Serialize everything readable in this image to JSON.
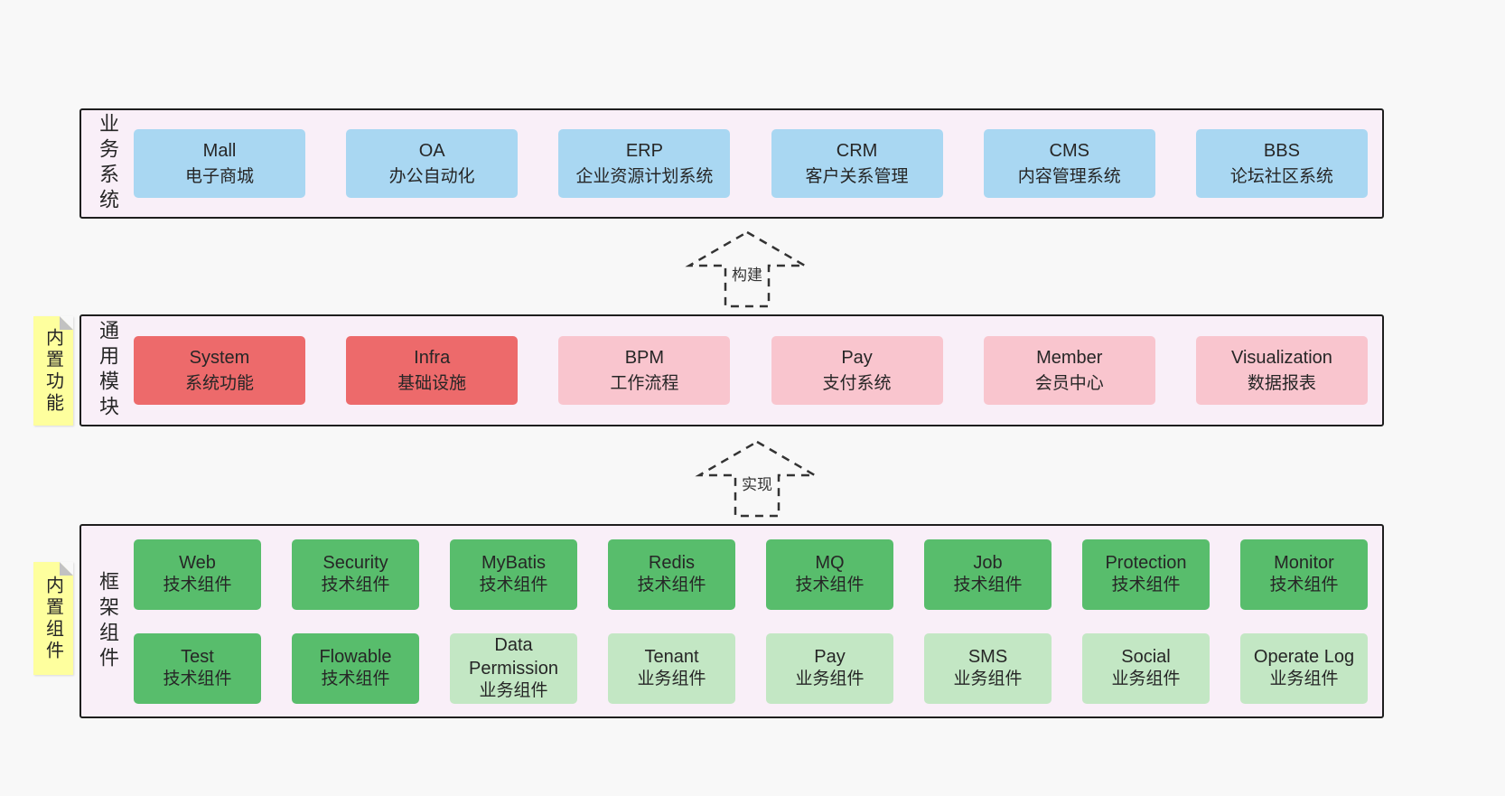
{
  "colors": {
    "page-bg": "#f8f8f8",
    "layer-bg": "#f9eff8",
    "layer-border": "#1e1e1e",
    "blue": "#a9d7f2",
    "red": "#ed6a6b",
    "pink": "#f9c5ce",
    "green": "#58bd6c",
    "lightgreen": "#c3e7c4",
    "note-yellow": "#feff9e",
    "note-fold": "#c2c2c2",
    "text": "#262626"
  },
  "layers": [
    {
      "side_label": "业务系统",
      "boxes": [
        {
          "title": "Mall",
          "subtitle": "电子商城"
        },
        {
          "title": "OA",
          "subtitle": "办公自动化"
        },
        {
          "title": "ERP",
          "subtitle": "企业资源计划系统"
        },
        {
          "title": "CRM",
          "subtitle": "客户关系管理"
        },
        {
          "title": "CMS",
          "subtitle": "内容管理系统"
        },
        {
          "title": "BBS",
          "subtitle": "论坛社区系统"
        }
      ]
    },
    {
      "side_label": "通用模块",
      "boxes": [
        {
          "title": "System",
          "subtitle": "系统功能"
        },
        {
          "title": "Infra",
          "subtitle": "基础设施"
        },
        {
          "title": "BPM",
          "subtitle": "工作流程"
        },
        {
          "title": "Pay",
          "subtitle": "支付系统"
        },
        {
          "title": "Member",
          "subtitle": "会员中心"
        },
        {
          "title": "Visualization",
          "subtitle": "数据报表"
        }
      ]
    },
    {
      "side_label": "框架组件",
      "boxes": [
        {
          "title": "Web",
          "subtitle": "技术组件"
        },
        {
          "title": "Security",
          "subtitle": "技术组件"
        },
        {
          "title": "MyBatis",
          "subtitle": "技术组件"
        },
        {
          "title": "Redis",
          "subtitle": "技术组件"
        },
        {
          "title": "MQ",
          "subtitle": "技术组件"
        },
        {
          "title": "Job",
          "subtitle": "技术组件"
        },
        {
          "title": "Protection",
          "subtitle": "技术组件"
        },
        {
          "title": "Monitor",
          "subtitle": "技术组件"
        },
        {
          "title": "Test",
          "subtitle": "技术组件"
        },
        {
          "title": "Flowable",
          "subtitle": "技术组件"
        },
        {
          "title": "Data Permission",
          "subtitle": "业务组件"
        },
        {
          "title": "Tenant",
          "subtitle": "业务组件"
        },
        {
          "title": "Pay",
          "subtitle": "业务组件"
        },
        {
          "title": "SMS",
          "subtitle": "业务组件"
        },
        {
          "title": "Social",
          "subtitle": "业务组件"
        },
        {
          "title": "Operate Log",
          "subtitle": "业务组件"
        }
      ]
    }
  ],
  "arrows": [
    {
      "label": "构建"
    },
    {
      "label": "实现"
    }
  ],
  "notes": [
    {
      "label": "内置功能"
    },
    {
      "label": "内置组件"
    }
  ]
}
